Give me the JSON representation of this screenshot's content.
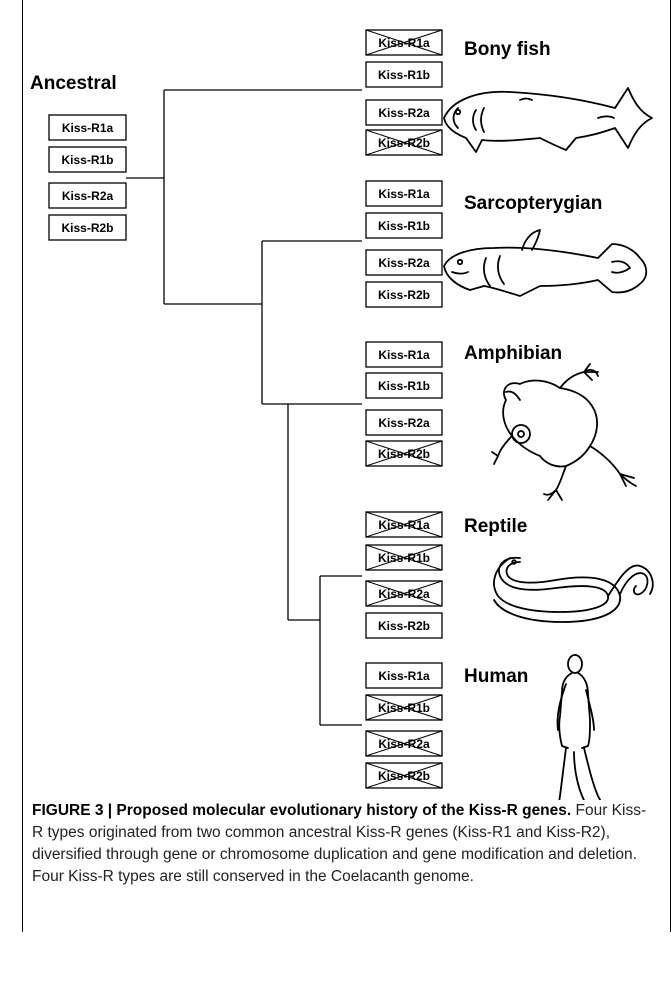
{
  "groups": [
    {
      "name": "Ancestral",
      "genes": [
        {
          "label": "Kiss-R1a",
          "deleted": false
        },
        {
          "label": "Kiss-R1b",
          "deleted": false
        },
        {
          "label": "Kiss-R2a",
          "deleted": false
        },
        {
          "label": "Kiss-R2b",
          "deleted": false
        }
      ]
    },
    {
      "name": "Bony fish",
      "icon": "fish-icon",
      "genes": [
        {
          "label": "Kiss-R1a",
          "deleted": true
        },
        {
          "label": "Kiss-R1b",
          "deleted": false
        },
        {
          "label": "Kiss-R2a",
          "deleted": false
        },
        {
          "label": "Kiss-R2b",
          "deleted": true
        }
      ]
    },
    {
      "name": "Sarcopterygian",
      "icon": "coelacanth-icon",
      "genes": [
        {
          "label": "Kiss-R1a",
          "deleted": false
        },
        {
          "label": "Kiss-R1b",
          "deleted": false
        },
        {
          "label": "Kiss-R2a",
          "deleted": false
        },
        {
          "label": "Kiss-R2b",
          "deleted": false
        }
      ]
    },
    {
      "name": "Amphibian",
      "icon": "frog-icon",
      "genes": [
        {
          "label": "Kiss-R1a",
          "deleted": false
        },
        {
          "label": "Kiss-R1b",
          "deleted": false
        },
        {
          "label": "Kiss-R2a",
          "deleted": false
        },
        {
          "label": "Kiss-R2b",
          "deleted": true
        }
      ]
    },
    {
      "name": "Reptile",
      "icon": "snake-icon",
      "genes": [
        {
          "label": "Kiss-R1a",
          "deleted": true
        },
        {
          "label": "Kiss-R1b",
          "deleted": true
        },
        {
          "label": "Kiss-R2a",
          "deleted": true
        },
        {
          "label": "Kiss-R2b",
          "deleted": false
        }
      ]
    },
    {
      "name": "Human",
      "icon": "human-icon",
      "genes": [
        {
          "label": "Kiss-R1a",
          "deleted": false
        },
        {
          "label": "Kiss-R1b",
          "deleted": true
        },
        {
          "label": "Kiss-R2a",
          "deleted": true
        },
        {
          "label": "Kiss-R2b",
          "deleted": true
        }
      ]
    }
  ],
  "caption": {
    "title": "FIGURE 3 | Proposed molecular evolutionary history of the Kiss-R genes.",
    "body": " Four Kiss-R types originated from two common ancestral Kiss-R genes (Kiss-R1 and Kiss-R2), diversified through gene or chromosome duplication and gene modification and deletion. Four Kiss-R types are still conserved in the Coelacanth genome."
  }
}
